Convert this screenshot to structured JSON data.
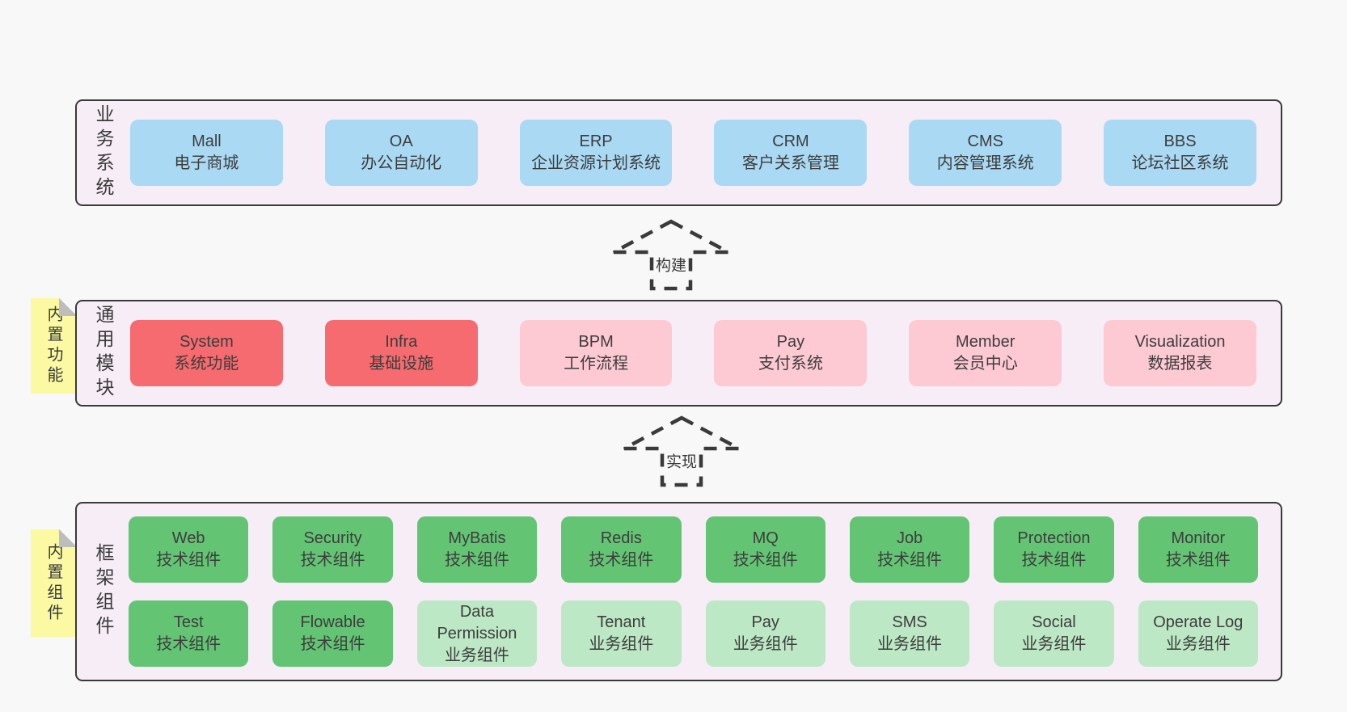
{
  "colors": {
    "page_bg": "#f8f8f8",
    "band_bg": "#f7edf6",
    "band_border": "#3a3a3a",
    "card_blue": "#aad9f3",
    "card_red": "#f56b6f",
    "card_pink": "#fdc9d3",
    "card_green_dark": "#63c573",
    "card_green_light": "#bde8c5",
    "note_yellow": "#fbf9a2",
    "text": "#3d3d3d"
  },
  "arrows": [
    {
      "label": "构建"
    },
    {
      "label": "实现"
    }
  ],
  "bands": [
    {
      "label": "业务系统",
      "items": [
        {
          "name": "Mall",
          "desc": "电子商城",
          "variant": "blue"
        },
        {
          "name": "OA",
          "desc": "办公自动化",
          "variant": "blue"
        },
        {
          "name": "ERP",
          "desc": "企业资源计划系统",
          "variant": "blue"
        },
        {
          "name": "CRM",
          "desc": "客户关系管理",
          "variant": "blue"
        },
        {
          "name": "CMS",
          "desc": "内容管理系统",
          "variant": "blue"
        },
        {
          "name": "BBS",
          "desc": "论坛社区系统",
          "variant": "blue"
        }
      ]
    },
    {
      "label": "通用模块",
      "note": "内置功能",
      "items": [
        {
          "name": "System",
          "desc": "系统功能",
          "variant": "red"
        },
        {
          "name": "Infra",
          "desc": "基础设施",
          "variant": "red"
        },
        {
          "name": "BPM",
          "desc": "工作流程",
          "variant": "pink"
        },
        {
          "name": "Pay",
          "desc": "支付系统",
          "variant": "pink"
        },
        {
          "name": "Member",
          "desc": "会员中心",
          "variant": "pink"
        },
        {
          "name": "Visualization",
          "desc": "数据报表",
          "variant": "pink"
        }
      ]
    },
    {
      "label": "框架组件",
      "note": "内置组件",
      "rows": [
        [
          {
            "name": "Web",
            "desc": "技术组件",
            "variant": "green-dark"
          },
          {
            "name": "Security",
            "desc": "技术组件",
            "variant": "green-dark"
          },
          {
            "name": "MyBatis",
            "desc": "技术组件",
            "variant": "green-dark"
          },
          {
            "name": "Redis",
            "desc": "技术组件",
            "variant": "green-dark"
          },
          {
            "name": "MQ",
            "desc": "技术组件",
            "variant": "green-dark"
          },
          {
            "name": "Job",
            "desc": "技术组件",
            "variant": "green-dark"
          },
          {
            "name": "Protection",
            "desc": "技术组件",
            "variant": "green-dark"
          },
          {
            "name": "Monitor",
            "desc": "技术组件",
            "variant": "green-dark"
          }
        ],
        [
          {
            "name": "Test",
            "desc": "技术组件",
            "variant": "green-dark"
          },
          {
            "name": "Flowable",
            "desc": "技术组件",
            "variant": "green-dark"
          },
          {
            "name": "Data Permission",
            "desc": "业务组件",
            "variant": "green-light"
          },
          {
            "name": "Tenant",
            "desc": "业务组件",
            "variant": "green-light"
          },
          {
            "name": "Pay",
            "desc": "业务组件",
            "variant": "green-light"
          },
          {
            "name": "SMS",
            "desc": "业务组件",
            "variant": "green-light"
          },
          {
            "name": "Social",
            "desc": "业务组件",
            "variant": "green-light"
          },
          {
            "name": "Operate Log",
            "desc": "业务组件",
            "variant": "green-light"
          }
        ]
      ]
    }
  ]
}
